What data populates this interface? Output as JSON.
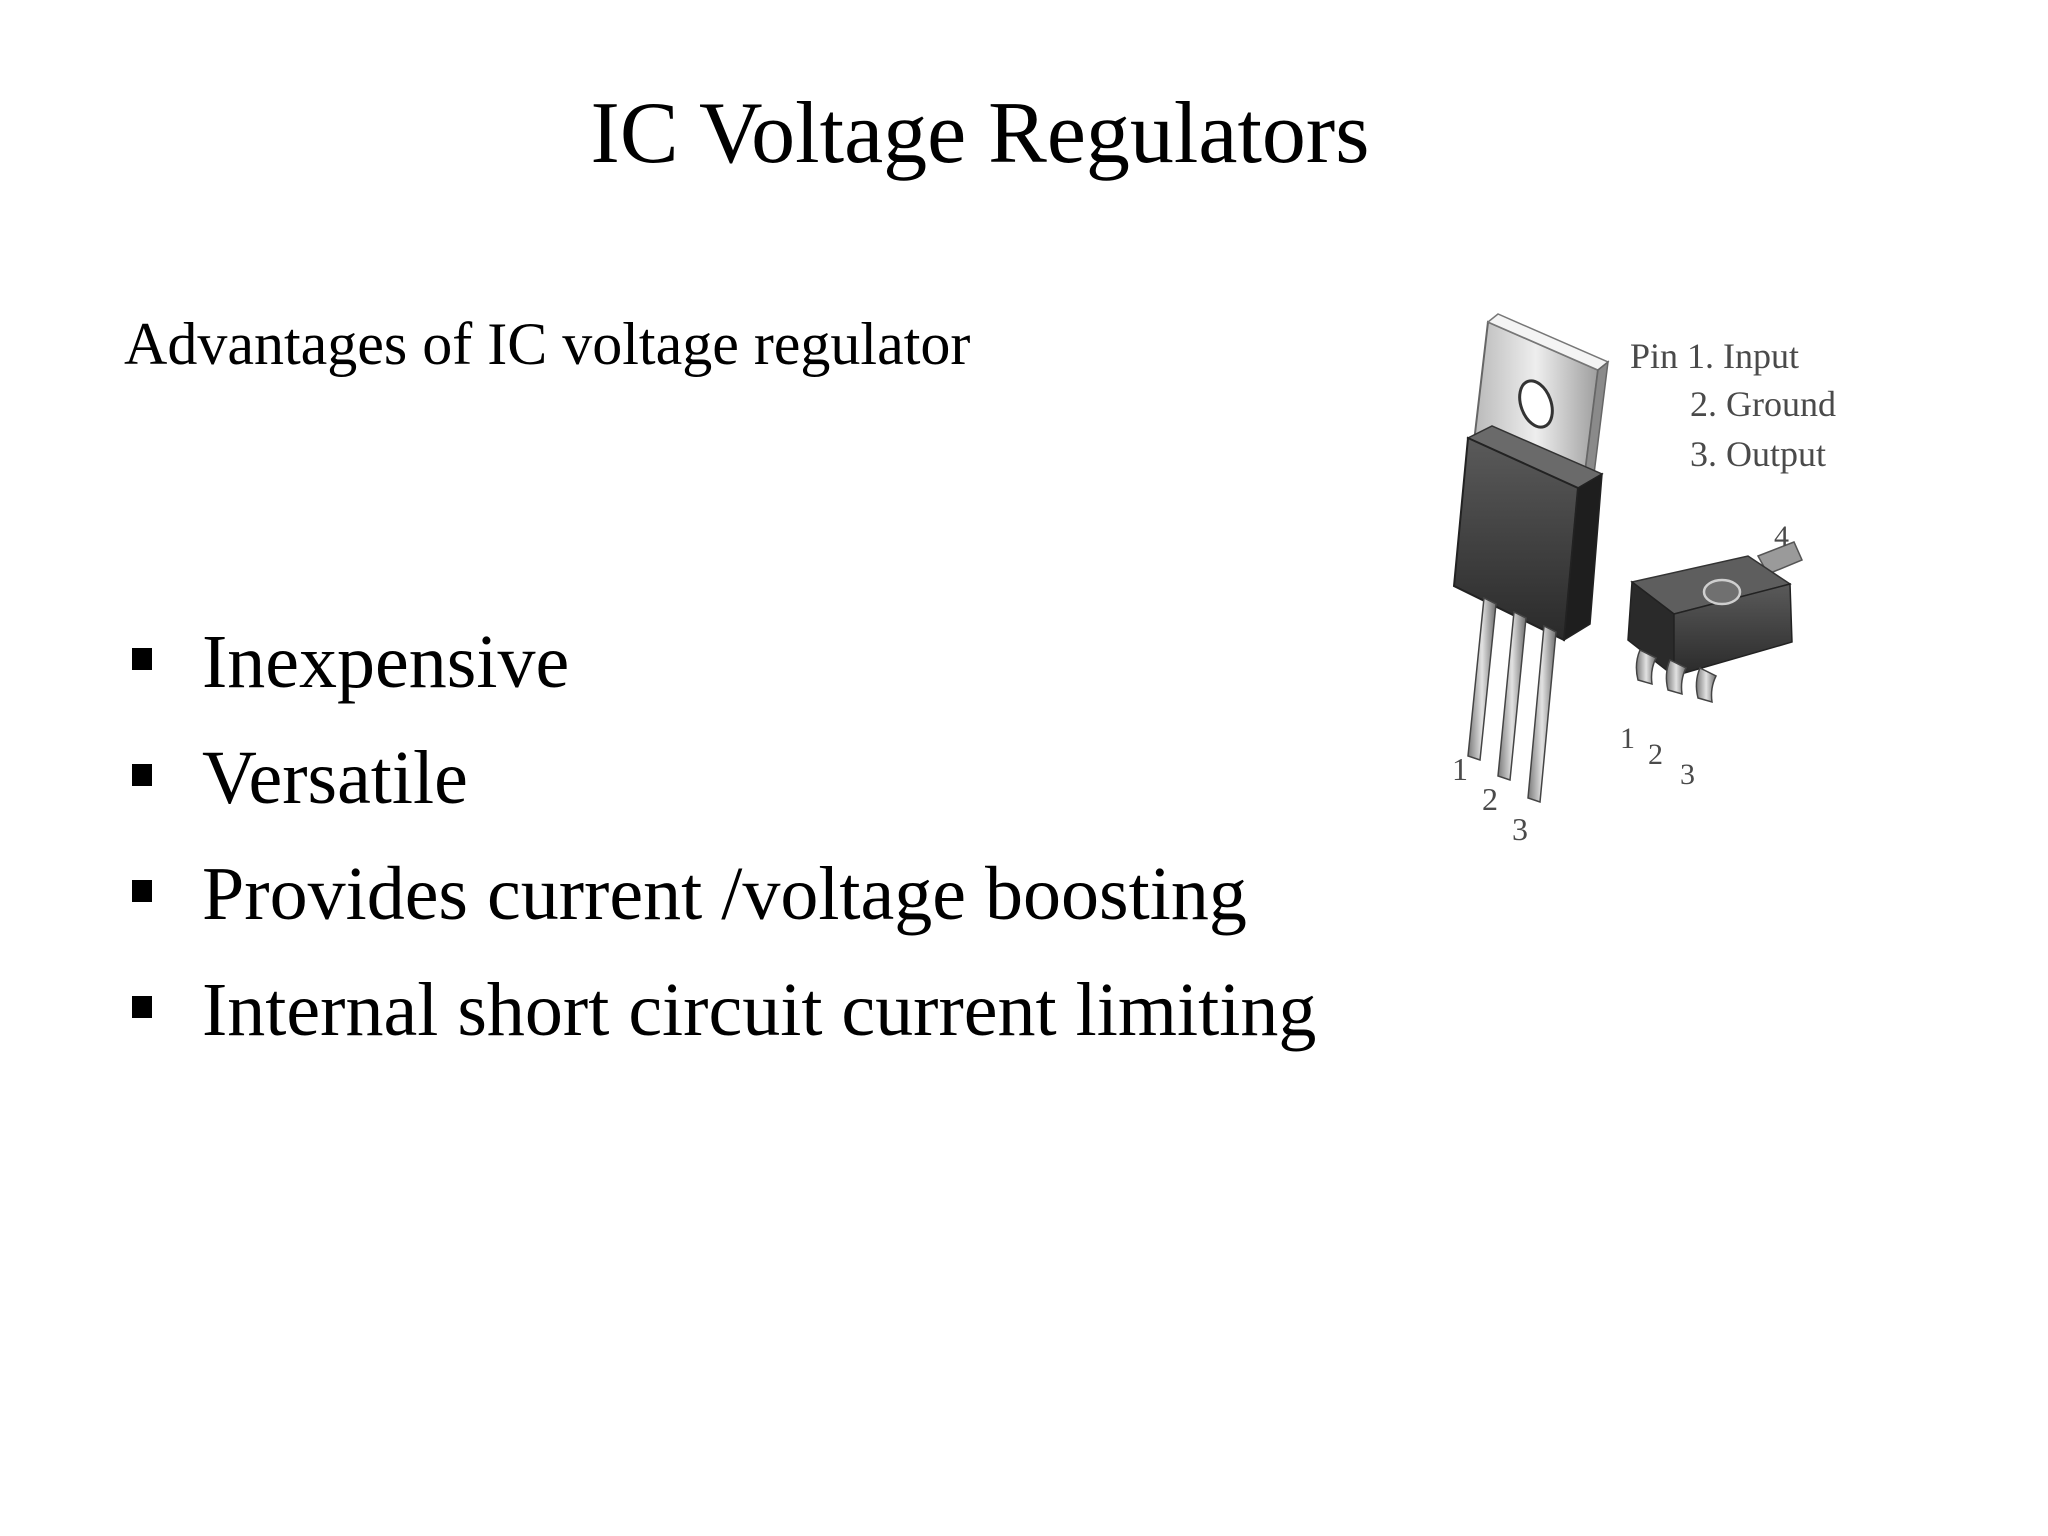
{
  "slide": {
    "title": "IC Voltage Regulators",
    "subtitle": "Advantages of IC voltage regulator",
    "bullets": [
      "Inexpensive",
      "Versatile",
      "Provides current /voltage boosting",
      "Internal short circuit current limiting"
    ]
  },
  "figure": {
    "pin_legend": {
      "line1": "Pin 1. Input",
      "line2": "2. Ground",
      "line3": "3. Output"
    },
    "to220_pins": [
      "1",
      "2",
      "3"
    ],
    "smd_pins": [
      "1",
      "2",
      "3",
      "4"
    ]
  },
  "colors": {
    "background": "#ffffff",
    "text": "#000000",
    "package_body": "#3a3a3a",
    "tab_metal": "#d8d8d8"
  }
}
